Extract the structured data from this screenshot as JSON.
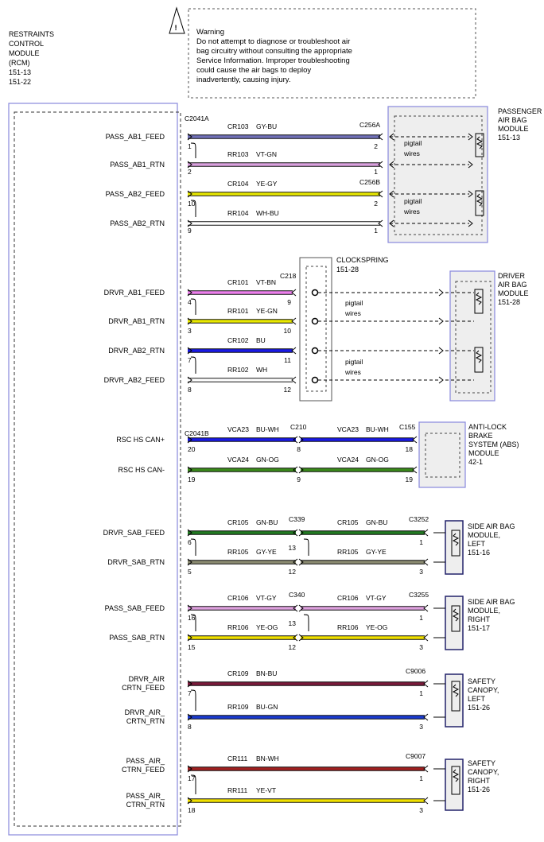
{
  "warning": {
    "title": "Warning",
    "lines": [
      "Do not attempt to diagnose or troubleshoot air",
      "bag circuitry without consulting the appropriate",
      "Service Information.  Improper troubleshooting",
      "could cause the air bags to deploy",
      "inadvertently, causing injury."
    ],
    "icon": "warning-triangle-icon"
  },
  "rcm": {
    "label_lines": [
      "RESTRAINTS",
      "CONTROL",
      "MODULE",
      "(RCM)",
      "151-13",
      "151-22"
    ]
  },
  "pins": [
    [
      "PASS_AB1_FEED"
    ],
    [
      "PASS_AB1_RTN"
    ],
    [
      "PASS_AB2_FEED"
    ],
    [
      "PASS_AB2_RTN"
    ],
    [
      "DRVR_AB1_FEED"
    ],
    [
      "DRVR_AB1_RTN"
    ],
    [
      "DRVR_AB2_RTN"
    ],
    [
      "DRVR_AB2_FEED"
    ],
    [
      "RSC HS CAN+"
    ],
    [
      "RSC HS CAN-"
    ],
    [
      "DRVR_SAB_FEED"
    ],
    [
      "DRVR_SAB_RTN"
    ],
    [
      "PASS_SAB_FEED"
    ],
    [
      "PASS_SAB_RTN"
    ],
    [
      "DRVR_AIR",
      "CRTN_FEED"
    ],
    [
      "DRVR_AIR_",
      "CRTN_RTN"
    ],
    [
      "PASS_AIR_",
      "CTRN_FEED"
    ],
    [
      "PASS_AIR_",
      "CTRN_RTN"
    ]
  ],
  "connectors": [
    "C2041A",
    "C256A",
    "C256B",
    "C218",
    "C2041B",
    "C210",
    "C155",
    "C339",
    "C3252",
    "C340",
    "C3255",
    "C9006",
    "C9007"
  ],
  "left_pins": [
    "1",
    "2",
    "10",
    "9",
    "4",
    "3",
    "7",
    "8",
    "20",
    "19",
    "6",
    "5",
    "16",
    "15",
    "7",
    "8",
    "17",
    "18"
  ],
  "mid_pins": [
    "9",
    "10",
    "11",
    "12",
    "8",
    "9",
    "13",
    "12",
    "13",
    "12"
  ],
  "right_pins": [
    "2",
    "1",
    "2",
    "1",
    "18",
    "19",
    "1",
    "3",
    "1",
    "3",
    "1",
    "3",
    "1",
    "3"
  ],
  "wires": [
    {
      "circuit": "CR103",
      "color": "GY-BU",
      "stroke": "#7070b8"
    },
    {
      "circuit": "RR103",
      "color": "VT-GN",
      "stroke": "#d9a0dd"
    },
    {
      "circuit": "CR104",
      "color": "YE-GY",
      "stroke": "#e6e600"
    },
    {
      "circuit": "RR104",
      "color": "WH-BU",
      "stroke": "#ffffff"
    },
    {
      "circuit": "CR101",
      "color": "VT-BN",
      "stroke": "#ec80ec"
    },
    {
      "circuit": "RR101",
      "color": "YE-GN",
      "stroke": "#e8e800"
    },
    {
      "circuit": "CR102",
      "color": "BU",
      "stroke": "#1a1ae6"
    },
    {
      "circuit": "RR102",
      "color": "WH",
      "stroke": "#ffffff"
    },
    {
      "circuit": "VCA23",
      "color": "BU-WH",
      "stroke": "#1a1ae6"
    },
    {
      "circuit": "VCA24",
      "color": "GN-OG",
      "stroke": "#3a8a1a"
    },
    {
      "circuit": "CR105",
      "color": "GN-BU",
      "stroke": "#227a22"
    },
    {
      "circuit": "RR105",
      "color": "GY-YE",
      "stroke": "#8a8a70"
    },
    {
      "circuit": "CR106",
      "color": "VT-GY",
      "stroke": "#dda0dd"
    },
    {
      "circuit": "RR106",
      "color": "YE-OG",
      "stroke": "#f0e000"
    },
    {
      "circuit": "CR109",
      "color": "BN-BU",
      "stroke": "#7a1a3a"
    },
    {
      "circuit": "RR109",
      "color": "BU-GN",
      "stroke": "#1a3ad0"
    },
    {
      "circuit": "CR111",
      "color": "BN-WH",
      "stroke": "#a02020"
    },
    {
      "circuit": "RR111",
      "color": "YE-VT",
      "stroke": "#f0e000"
    }
  ],
  "pigtail": [
    "pigtail",
    "wires"
  ],
  "clockspring": {
    "name": "CLOCKSPRING",
    "ref": "151-28"
  },
  "modules": [
    {
      "lines": [
        "PASSENGER",
        "AIR BAG",
        "MODULE",
        "151-13"
      ]
    },
    {
      "lines": [
        "DRIVER",
        "AIR BAG",
        "MODULE",
        "151-28"
      ]
    },
    {
      "lines": [
        "ANTI-LOCK",
        "BRAKE",
        "SYSTEM (ABS)",
        "MODULE",
        "42-1"
      ]
    },
    {
      "lines": [
        "SIDE AIR BAG",
        "MODULE,",
        "LEFT",
        "151-16"
      ]
    },
    {
      "lines": [
        "SIDE AIR BAG",
        "MODULE,",
        "RIGHT",
        "151-17"
      ]
    },
    {
      "lines": [
        "SAFETY",
        "CANOPY,",
        "LEFT",
        "151-26"
      ]
    },
    {
      "lines": [
        "SAFETY",
        "CANOPY,",
        "RIGHT",
        "151-26"
      ]
    }
  ],
  "colors": {
    "module_border": "#8888dd",
    "module_fill": "#eeeeee",
    "dark_border": "#22226a"
  }
}
